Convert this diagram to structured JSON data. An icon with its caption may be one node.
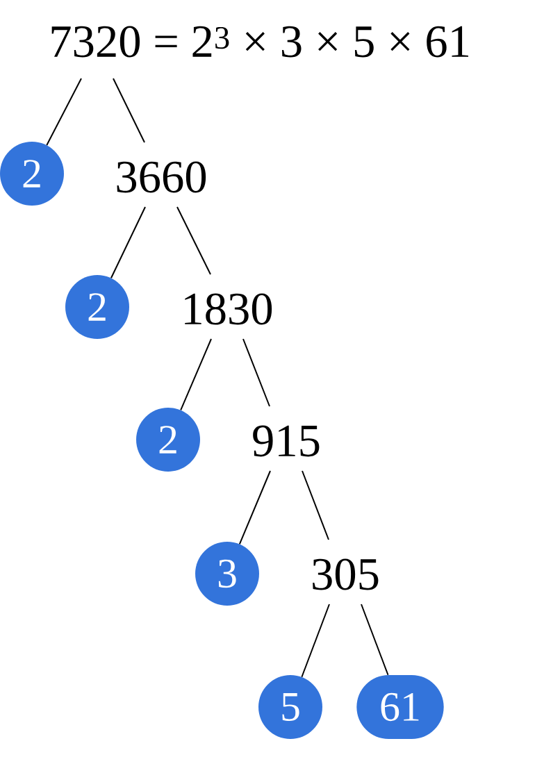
{
  "diagram": {
    "nodes": [
      {
        "text": [
          "7320 = 2$^{3}$ × 3 × 5 × 61"
        ]
      },
      {
        "text": [
          "2"
        ]
      },
      {
        "text": [
          "3660"
        ]
      },
      {
        "text": [
          "2"
        ]
      },
      {
        "text": [
          "1830"
        ]
      },
      {
        "text": [
          "2"
        ]
      },
      {
        "text": [
          "915"
        ]
      },
      {
        "text": [
          "3"
        ]
      },
      {
        "text": [
          "305"
        ]
      },
      {
        "text": [
          "5"
        ]
      },
      {
        "text": [
          "61"
        ]
      }
    ],
    "edges": [
      {
        "from": 0,
        "to": 1,
        "arrow": "none"
      },
      {
        "from": 0,
        "to": 2,
        "arrow": "none"
      },
      {
        "from": 2,
        "to": 3,
        "arrow": "none"
      },
      {
        "from": 2,
        "to": 4,
        "arrow": "none"
      },
      {
        "from": 4,
        "to": 5,
        "arrow": "none"
      },
      {
        "from": 4,
        "to": 6,
        "arrow": "none"
      },
      {
        "from": 6,
        "to": 7,
        "arrow": "none"
      },
      {
        "from": 6,
        "to": 8,
        "arrow": "none"
      },
      {
        "from": 8,
        "to": 9,
        "arrow": "none"
      },
      {
        "from": 8,
        "to": 10,
        "arrow": "none"
      }
    ]
  }
}
